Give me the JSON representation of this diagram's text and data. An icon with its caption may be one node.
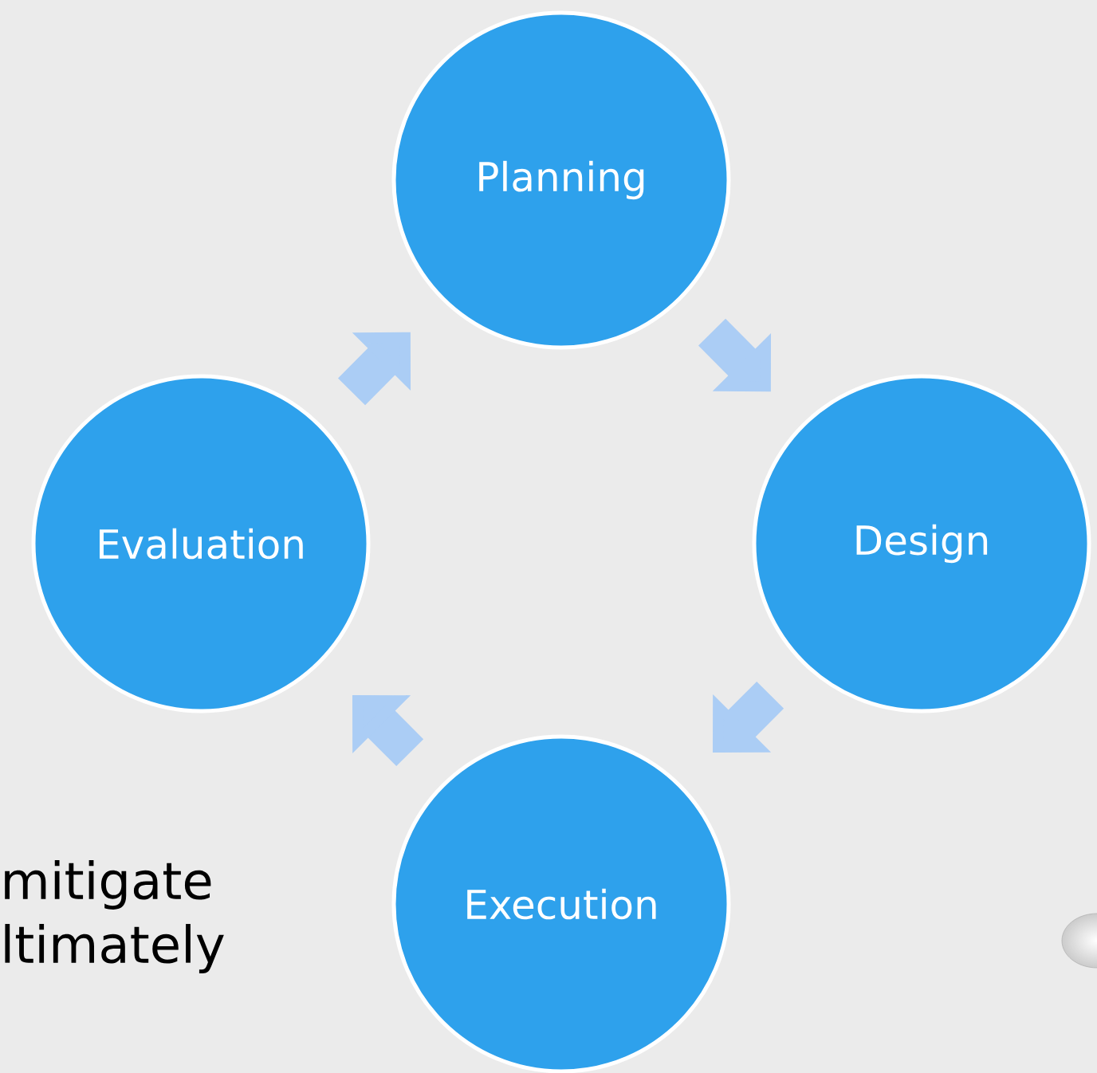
{
  "diagram": {
    "nodes": [
      {
        "text": [
          "Planning"
        ]
      },
      {
        "text": [
          "Design"
        ]
      },
      {
        "text": [
          "Execution"
        ]
      },
      {
        "text": [
          "Evaluation"
        ]
      }
    ],
    "edges": [
      {
        "from": 0,
        "to": 1,
        "arrow": "to"
      },
      {
        "from": 1,
        "to": 2,
        "arrow": "to"
      },
      {
        "from": 2,
        "to": 3,
        "arrow": "to"
      },
      {
        "from": 3,
        "to": 0,
        "arrow": "to"
      }
    ],
    "labels": [
      "mitigate",
      "ltimately"
    ]
  }
}
